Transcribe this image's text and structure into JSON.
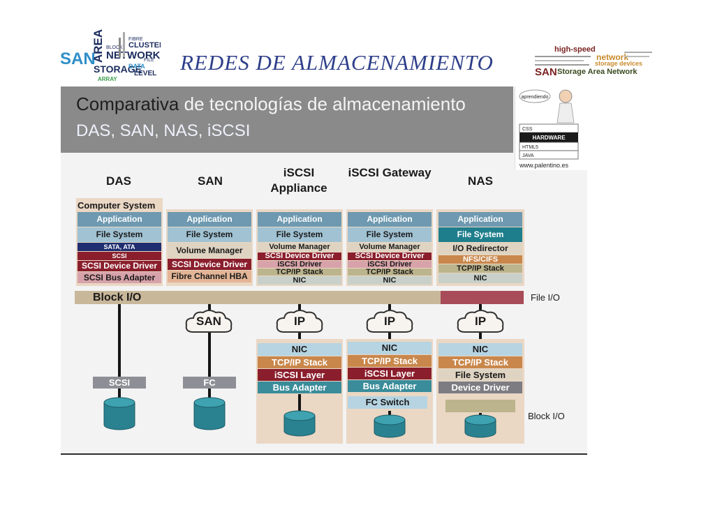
{
  "slide": {
    "title": "REDES DE ALMACENAMIENTO"
  },
  "logos": {
    "left_cloud": [
      "SAN",
      "AREA",
      "NETWORK",
      "STORAGE",
      "CLUSTER",
      "LEVEL",
      "DATA",
      "ARRAY",
      "BLOCK",
      "FIBRE",
      "FILE"
    ],
    "right_cloud": [
      "high-speed",
      "network",
      "storage devices",
      "SAN",
      "Storage Area Network"
    ]
  },
  "figure": {
    "title_dark": "Comparativa",
    "title_rest": " de tecnologías de almacenamiento",
    "subtitle": "DAS, SAN, NAS, iSCSI",
    "mascot": {
      "bubble": "aprendiendo",
      "items": [
        "CSS",
        "HARDWARE",
        "HTML5",
        "JAVA"
      ],
      "url": "www.palentino.es"
    },
    "columns": {
      "das": "DAS",
      "san": "SAN",
      "iscsi_appliance": "iSCSI Appliance",
      "iscsi_gateway": "iSCSI Gateway",
      "nas": "NAS"
    },
    "das_stack": {
      "header": "Computer System",
      "layers": [
        "Application",
        "File System",
        "SATA, ATA",
        "SCSI",
        "SCSI Device Driver",
        "SCSI Bus Adapter"
      ]
    },
    "san_stack": [
      "Application",
      "File System",
      "Volume Manager",
      "SCSI Device Driver",
      "Fibre Channel HBA"
    ],
    "appliance_stack": [
      "Application",
      "File System",
      "Volume Manager",
      "SCSI Device Driver",
      "iSCSI Driver",
      "TCP/IP Stack",
      "NIC"
    ],
    "gateway_stack": [
      "Application",
      "File System",
      "Volume Manager",
      "SCSI Device Driver",
      "iSCSI Driver",
      "TCP/IP Stack",
      "NIC"
    ],
    "nas_stack": [
      "Application",
      "File System",
      "I/O Redirector",
      "NFS/CIFS",
      "TCP/IP Stack",
      "NIC"
    ],
    "labels": {
      "block_io": "Block I/O",
      "file_io": "File I/O",
      "block_io_bottom": "Block I/O"
    },
    "clouds": {
      "san": "SAN",
      "appliance": "IP",
      "gateway": "IP",
      "nas": "IP"
    },
    "protocols": {
      "das": "SCSI",
      "san": "FC"
    },
    "appliance_lower": [
      "NIC",
      "TCP/IP Stack",
      "iSCSI Layer",
      "Bus Adapter"
    ],
    "gateway_lower": [
      "NIC",
      "TCP/IP Stack",
      "iSCSI Layer",
      "Bus Adapter"
    ],
    "gateway_switch": "FC Switch",
    "nas_lower": [
      "NIC",
      "TCP/IP Stack",
      "File System",
      "Device Driver"
    ]
  }
}
